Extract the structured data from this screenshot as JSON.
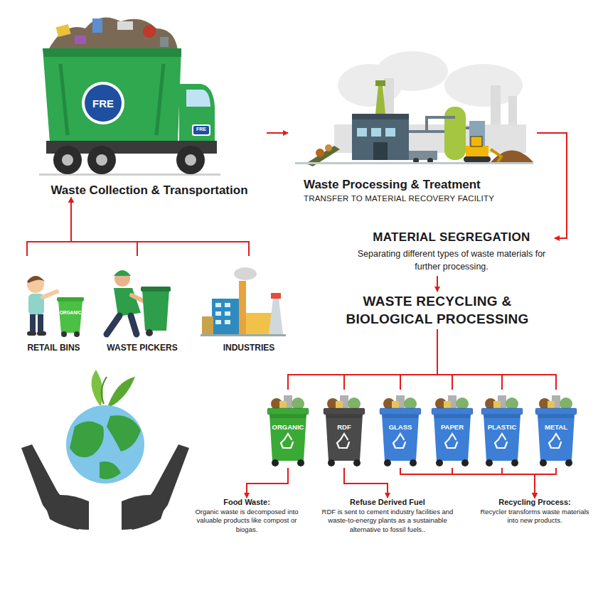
{
  "diagram": {
    "nodes": [
      {
        "text": [
          "Waste Collection & Transportation"
        ]
      },
      {
        "text": [
          "Waste Processing & Treatment",
          "TRANSFER TO MATERIAL RECOVERY FACILITY"
        ]
      },
      {
        "text": [
          "RETAIL BINS"
        ]
      },
      {
        "text": [
          "WASTE PICKERS"
        ]
      },
      {
        "text": [
          "INDUSTRIES"
        ]
      },
      {
        "text": [
          "MATERIAL SEGREGATION",
          "Separating different types of waste materials for further processing."
        ]
      },
      {
        "text": [
          "WASTE RECYCLING & BIOLOGICAL PROCESSING"
        ]
      },
      {
        "text": [
          "ORGANIC"
        ]
      },
      {
        "text": [
          "RDF"
        ]
      },
      {
        "text": [
          "GLASS"
        ]
      },
      {
        "text": [
          "PAPER"
        ]
      },
      {
        "text": [
          "PLASTIC"
        ]
      },
      {
        "text": [
          "METAL"
        ]
      },
      {
        "text": [
          "Food Waste:",
          "Organic waste is decomposed into valuable products like compost or biogas."
        ]
      },
      {
        "text": [
          "Refuse Derived Fuel",
          "RDF is sent to cement industry facilities and waste-to-energy plants as a sustainable alternative to fossil fuels.."
        ]
      },
      {
        "text": [
          "Recycling Process:",
          "Recycler transforms waste materials into new products."
        ]
      }
    ],
    "edges": [
      {
        "from": 2,
        "to": 0,
        "arrow": "to"
      },
      {
        "from": 3,
        "to": 0,
        "arrow": "to"
      },
      {
        "from": 4,
        "to": 0,
        "arrow": "to"
      },
      {
        "from": 0,
        "to": 1,
        "arrow": "to"
      },
      {
        "from": 1,
        "to": 5,
        "arrow": "to"
      },
      {
        "from": 5,
        "to": 6,
        "arrow": "to"
      },
      {
        "from": 6,
        "to": 7,
        "arrow": "none"
      },
      {
        "from": 6,
        "to": 8,
        "arrow": "none"
      },
      {
        "from": 6,
        "to": 9,
        "arrow": "none"
      },
      {
        "from": 6,
        "to": 10,
        "arrow": "none"
      },
      {
        "from": 6,
        "to": 11,
        "arrow": "none"
      },
      {
        "from": 6,
        "to": 12,
        "arrow": "none"
      },
      {
        "from": 7,
        "to": 13,
        "arrow": "to"
      },
      {
        "from": 8,
        "to": 14,
        "arrow": "to"
      },
      {
        "from": 9,
        "to": 15,
        "arrow": "to"
      },
      {
        "from": 10,
        "to": 15,
        "arrow": "to"
      },
      {
        "from": 11,
        "to": 15,
        "arrow": "to"
      },
      {
        "from": 12,
        "to": 15,
        "arrow": "to"
      }
    ],
    "labels": [
      "FRE",
      "FRE",
      "ORGANIC"
    ]
  }
}
